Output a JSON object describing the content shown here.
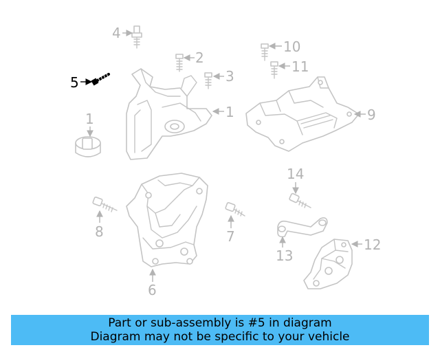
{
  "callouts": {
    "c1a": "1",
    "c1b": "1",
    "c2": "2",
    "c3": "3",
    "c4": "4",
    "c5": "5",
    "c6": "6",
    "c7": "7",
    "c8": "8",
    "c9": "9",
    "c10": "10",
    "c11": "11",
    "c12": "12",
    "c13": "13",
    "c14": "14"
  },
  "highlighted_part": "5",
  "colors": {
    "highlight": "#000000",
    "part_outline": "#c4c4c4",
    "callout_gray": "#b3b3b3",
    "banner": "#4dbbf5"
  },
  "banner": {
    "line1": "Part or sub-assembly is #5 in diagram",
    "line2": "Diagram may not be specific to your vehicle"
  }
}
